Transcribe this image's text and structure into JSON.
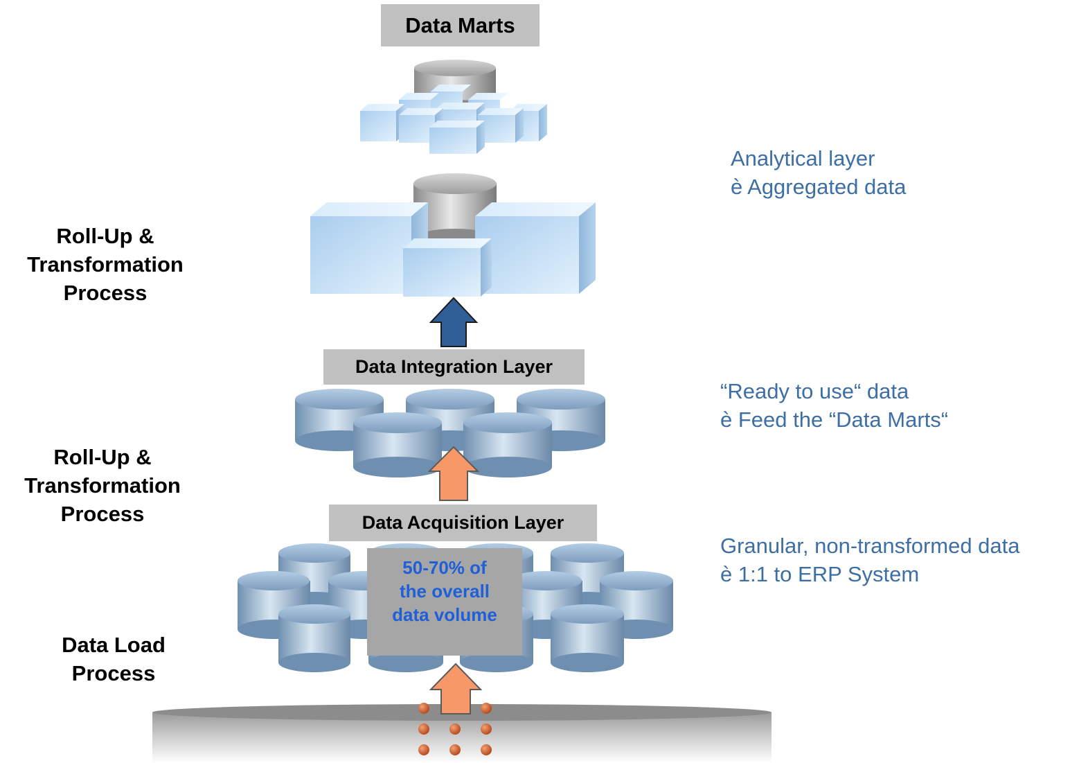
{
  "top_title": "Data Marts",
  "left_labels": {
    "upper": [
      "Roll-Up &",
      "Transformation",
      "Process"
    ],
    "middle": [
      "Roll-Up &",
      "Transformation",
      "Process"
    ],
    "lower": [
      "Data Load",
      "Process"
    ]
  },
  "layers": {
    "integration": "Data Integration Layer",
    "acquisition": "Data Acquisition Layer"
  },
  "volume_note": [
    "50-70% of",
    "the overall",
    "data volume"
  ],
  "right_notes": {
    "analytical": [
      "Analytical layer",
      "è  Aggregated data"
    ],
    "ready": [
      "“Ready to use“ data",
      "è  Feed the “Data Marts“"
    ],
    "granular": [
      "Granular, non-transformed data",
      "è  1:1 to ERP System"
    ]
  },
  "colors": {
    "note_text": "#3d6ea4",
    "volume_text": "#1f5fd8",
    "blue_arrow": "#2f5f96",
    "orange_arrow": "#f79868",
    "layer_box": "#c0c0c0",
    "cylinder_blue": "#9ab9d6",
    "cube_blue": "#bcdcf4",
    "source_dots": "#c0501b"
  }
}
